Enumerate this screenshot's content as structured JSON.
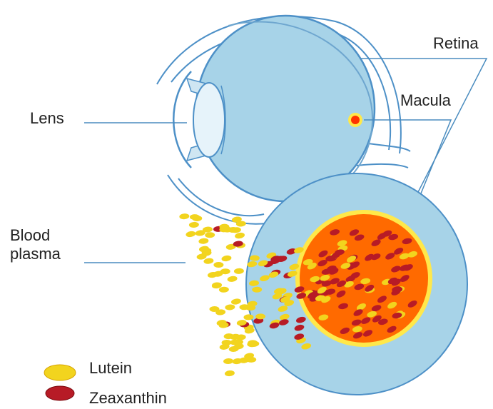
{
  "labels": {
    "retina": "Retina",
    "macula": "Macula",
    "lens": "Lens",
    "blood_plasma": "Blood plasma"
  },
  "legend": [
    {
      "name": "Lutein",
      "color": "#f2d41e"
    },
    {
      "name": "Zeaxanthin",
      "color": "#b71b26"
    }
  ],
  "colors": {
    "eye_fill": "#a7d3e8",
    "eye_outline": "#4d90c7",
    "macula_orange": "#ff6a00",
    "macula_ring": "#ffe84a",
    "leader_line": "#4a8cbf"
  }
}
